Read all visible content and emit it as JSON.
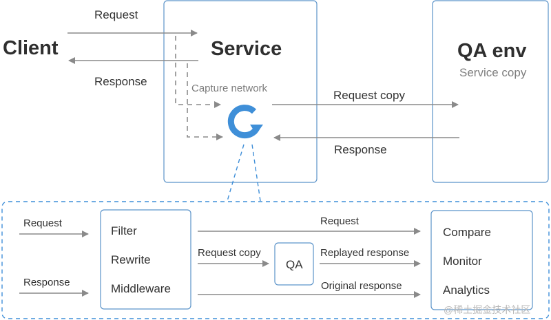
{
  "top": {
    "client": "Client",
    "service": "Service",
    "qa_env": "QA env",
    "service_copy": "Service copy",
    "request": "Request",
    "response": "Response",
    "capture_network": "Capture network",
    "request_copy": "Request copy",
    "response_right": "Response"
  },
  "bottom": {
    "request_in": "Request",
    "response_in": "Response",
    "filter": "Filter",
    "rewrite": "Rewrite",
    "middleware": "Middleware",
    "request_out": "Request",
    "request_copy": "Request copy",
    "qa": "QA",
    "replayed_response": "Replayed response",
    "original_response": "Original response",
    "compare": "Compare",
    "monitor": "Monitor",
    "analytics": "Analytics"
  },
  "watermark": "@稀土掘金技术社区",
  "colors": {
    "box_border": "#5b93c9",
    "accent_blue": "#3f8fd8",
    "arrow_grey": "#8a8a8a",
    "text": "#333333"
  },
  "icons": {
    "capture": "capture-cycle-icon"
  }
}
